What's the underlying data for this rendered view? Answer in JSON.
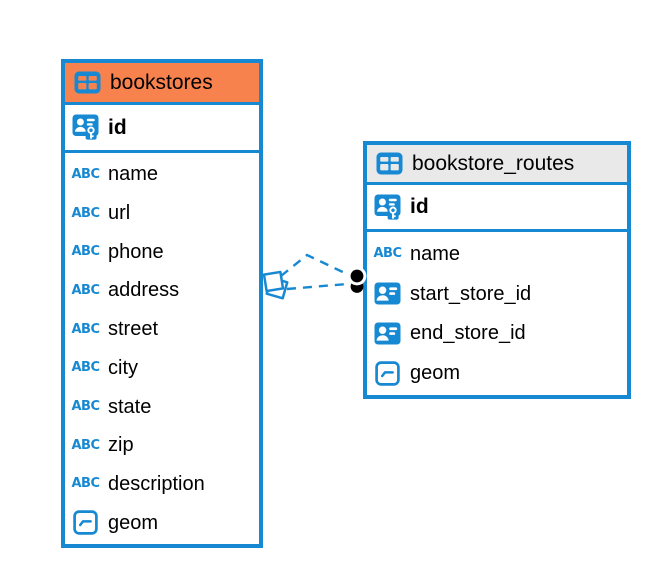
{
  "colors": {
    "accent_blue": "#1789D3",
    "bookstores_header": "#F7824E",
    "bookstore_routes_header": "#E9E9E9",
    "text": "#000000",
    "relation_dot": "#000000"
  },
  "icons": {
    "table": "table-grid-icon",
    "primary_key": "person-with-key-icon",
    "reference": "person-card-icon",
    "text": "ABC",
    "geometry": "polyline-in-box-icon"
  },
  "tables": [
    {
      "title": "bookstores",
      "header_color": "#F7824E",
      "primary_key": {
        "name": "id"
      },
      "fields": [
        {
          "name": "name",
          "type": "text"
        },
        {
          "name": "url",
          "type": "text"
        },
        {
          "name": "phone",
          "type": "text"
        },
        {
          "name": "address",
          "type": "text"
        },
        {
          "name": "street",
          "type": "text"
        },
        {
          "name": "city",
          "type": "text"
        },
        {
          "name": "state",
          "type": "text"
        },
        {
          "name": "zip",
          "type": "text"
        },
        {
          "name": "description",
          "type": "text"
        },
        {
          "name": "geom",
          "type": "geometry"
        }
      ]
    },
    {
      "title": "bookstore_routes",
      "header_color": "#E9E9E9",
      "primary_key": {
        "name": "id"
      },
      "fields": [
        {
          "name": "name",
          "type": "text"
        },
        {
          "name": "start_store_id",
          "type": "reference"
        },
        {
          "name": "end_store_id",
          "type": "reference"
        },
        {
          "name": "geom",
          "type": "geometry"
        }
      ]
    }
  ],
  "relationships": [
    {
      "from_table": "bookstores",
      "to_table": "bookstore_routes",
      "line_style": "dashed",
      "source_marker": "overlapping-squares",
      "target_marker": "black-dot"
    },
    {
      "from_table": "bookstores",
      "to_table": "bookstore_routes",
      "line_style": "dashed",
      "source_marker": "overlapping-squares",
      "target_marker": "black-dot"
    }
  ]
}
